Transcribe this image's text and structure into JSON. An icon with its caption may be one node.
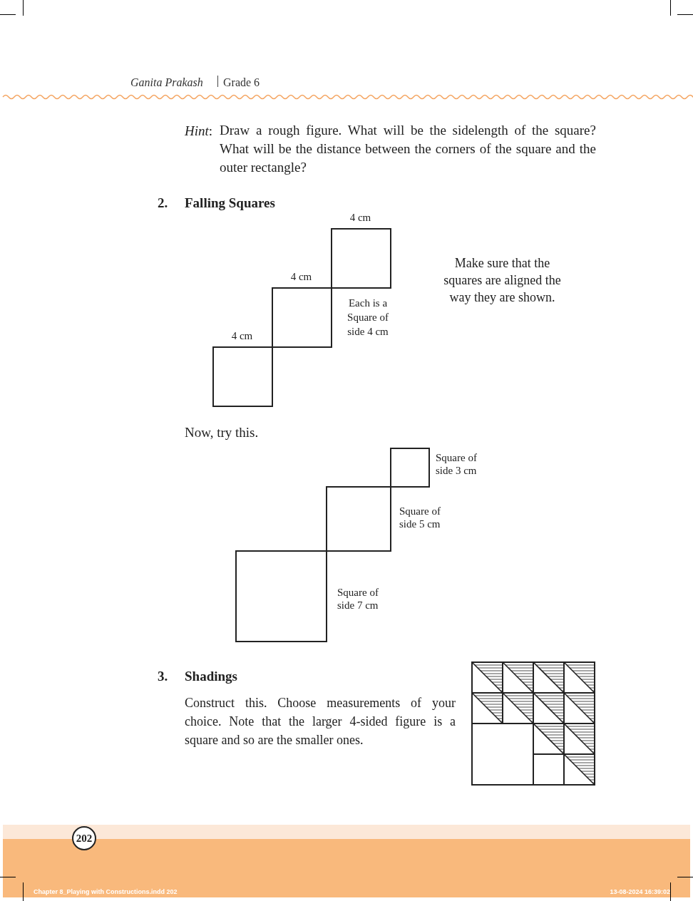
{
  "diagram": {
    "nodes": [
      {
        "text": [],
        "shape": "box",
        "beside": [
          "4 cm"
        ]
      },
      {
        "text": [],
        "shape": "box",
        "beside": [
          "4 cm"
        ]
      },
      {
        "text": [],
        "shape": "box",
        "beside": [
          "4 cm"
        ]
      },
      {
        "text": [],
        "shape": "box",
        "beside": [
          "Square of side 3 cm"
        ]
      },
      {
        "text": [],
        "shape": "box",
        "beside": [
          "Square of side 5 cm"
        ]
      },
      {
        "text": [],
        "shape": "box",
        "beside": [
          "Square of side 7 cm"
        ]
      }
    ],
    "edges": [],
    "labels": [
      "Ganita Prakash",
      "Grade 6",
      "*Hint*:",
      "Draw a rough figure. What will be the sidelength of the square? What will be the distance between the corners of the square and the outer rectangle?",
      "2.",
      "Falling Squares",
      "Make sure that the squares are aligned the way they are shown.",
      "Each is a Square of side 4 cm",
      "Now, try this.",
      "3.",
      "Shadings",
      "Construct this. Choose measurements of your choice. Note that the larger 4-sided figure is a square and so are the smaller ones.",
      "202",
      "Chapter 8_Playing with Constructions.indd 202",
      "13-08-2024 16:39:02"
    ]
  }
}
